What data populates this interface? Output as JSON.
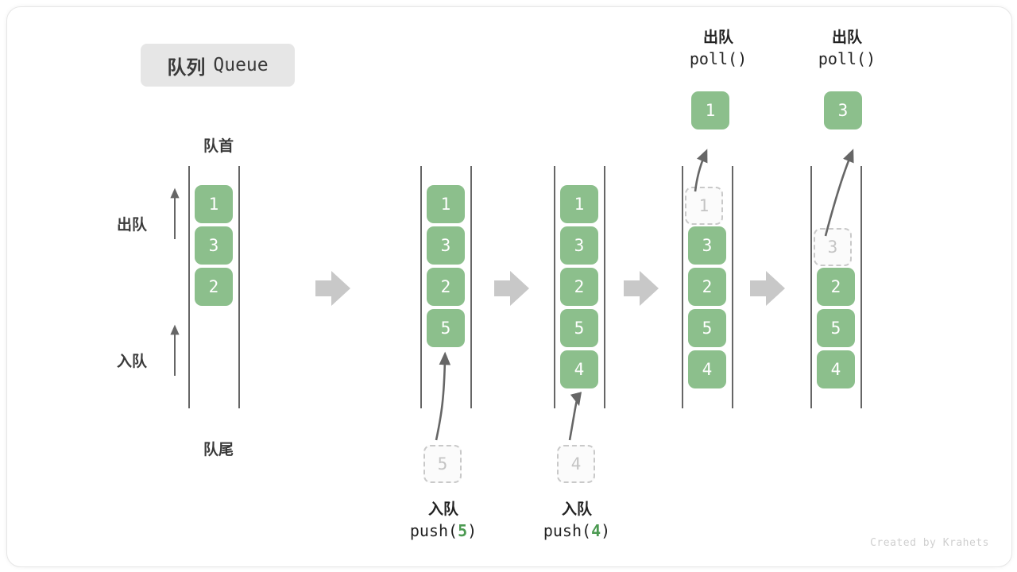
{
  "title": {
    "cn": "队列",
    "en": "Queue"
  },
  "labels": {
    "front": "队首",
    "rear": "队尾",
    "dequeue": "出队",
    "enqueue": "入队"
  },
  "credit": "Created by Krahets",
  "colors": {
    "cell_fill": "#8cbf8c",
    "cell_text": "#ffffff",
    "ghost_border": "#c9c9c9",
    "ghost_text": "#c4c4c4",
    "rail": "#666666",
    "arrow": "#666666",
    "step_arrow": "#c8c8c8",
    "badge_bg": "#e6e6e6",
    "accent_num": "#4c9a52"
  },
  "columns": [
    {
      "name": "initial-queue",
      "cells": [
        {
          "value": "1",
          "state": "filled"
        },
        {
          "value": "3",
          "state": "filled"
        },
        {
          "value": "2",
          "state": "filled"
        }
      ]
    },
    {
      "name": "after-push-5",
      "cells": [
        {
          "value": "1",
          "state": "filled"
        },
        {
          "value": "3",
          "state": "filled"
        },
        {
          "value": "2",
          "state": "filled"
        },
        {
          "value": "5",
          "state": "filled"
        }
      ]
    },
    {
      "name": "after-push-4",
      "cells": [
        {
          "value": "1",
          "state": "filled"
        },
        {
          "value": "3",
          "state": "filled"
        },
        {
          "value": "2",
          "state": "filled"
        },
        {
          "value": "5",
          "state": "filled"
        },
        {
          "value": "4",
          "state": "filled"
        }
      ]
    },
    {
      "name": "after-poll-1",
      "cells": [
        {
          "value": "1",
          "state": "ghost"
        },
        {
          "value": "3",
          "state": "filled"
        },
        {
          "value": "2",
          "state": "filled"
        },
        {
          "value": "5",
          "state": "filled"
        },
        {
          "value": "4",
          "state": "filled"
        }
      ]
    },
    {
      "name": "after-poll-3",
      "cells": [
        {
          "value": "",
          "state": "empty"
        },
        {
          "value": "3",
          "state": "ghost"
        },
        {
          "value": "2",
          "state": "filled"
        },
        {
          "value": "5",
          "state": "filled"
        },
        {
          "value": "4",
          "state": "filled"
        }
      ]
    }
  ],
  "operations": {
    "push_5": {
      "cn": "入队",
      "code_prefix": "push(",
      "code_num": "5",
      "code_suffix": ")",
      "ghost": "5"
    },
    "push_4": {
      "cn": "入队",
      "code_prefix": "push(",
      "code_num": "4",
      "code_suffix": ")",
      "ghost": "4"
    },
    "poll_1": {
      "cn": "出队",
      "code": "poll()",
      "result": "1"
    },
    "poll_2": {
      "cn": "出队",
      "code": "poll()",
      "result": "3"
    }
  }
}
